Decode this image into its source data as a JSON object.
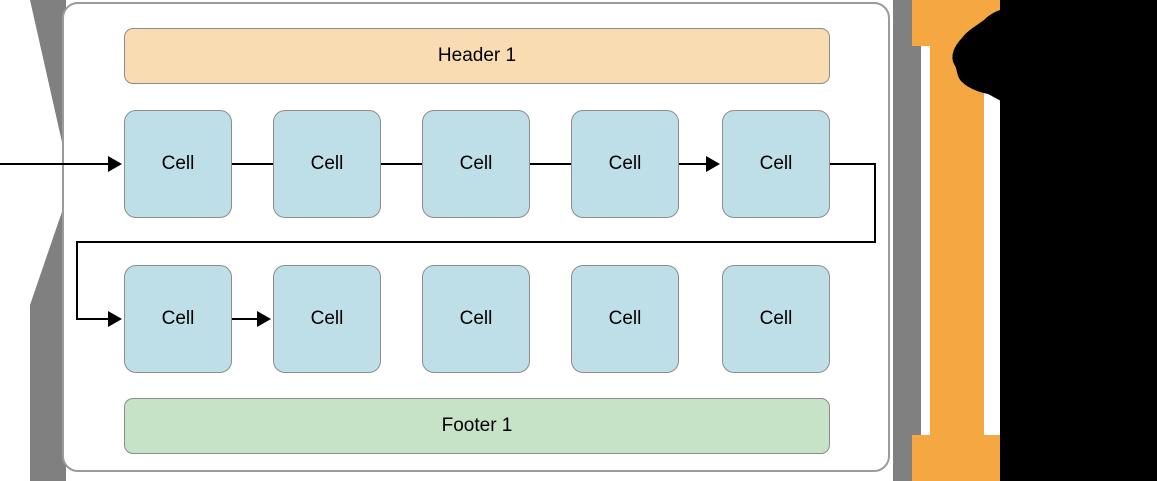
{
  "diagram": {
    "title": "unrolled-rnn-layer-diagram",
    "header": {
      "label": "Header 1"
    },
    "footer": {
      "label": "Footer 1"
    },
    "rows": [
      {
        "name": "row-1",
        "cells": [
          {
            "label": "Cell"
          },
          {
            "label": "Cell"
          },
          {
            "label": "Cell"
          },
          {
            "label": "Cell"
          },
          {
            "label": "Cell"
          }
        ]
      },
      {
        "name": "row-2",
        "cells": [
          {
            "label": "Cell"
          },
          {
            "label": "Cell"
          },
          {
            "label": "Cell"
          },
          {
            "label": "Cell"
          },
          {
            "label": "Cell"
          }
        ]
      }
    ],
    "connectors": [
      {
        "name": "input-arrow",
        "kind": "arrow",
        "from": "left-edge",
        "to": "row1-cell1"
      },
      {
        "name": "row1-c1-c2",
        "kind": "line",
        "from": "row1-cell1",
        "to": "row1-cell2"
      },
      {
        "name": "row1-c2-c3",
        "kind": "line",
        "from": "row1-cell2",
        "to": "row1-cell3"
      },
      {
        "name": "row1-c3-c4",
        "kind": "line",
        "from": "row1-cell3",
        "to": "row1-cell4"
      },
      {
        "name": "row1-c4-c5",
        "kind": "arrow",
        "from": "row1-cell4",
        "to": "row1-cell5"
      },
      {
        "name": "wrap-connector",
        "kind": "arrow",
        "from": "row1-cell5",
        "to": "row2-cell1"
      },
      {
        "name": "row2-c1-c2",
        "kind": "arrow",
        "from": "row2-cell1",
        "to": "row2-cell2"
      }
    ],
    "decorations": {
      "left_band": "gray-band-with-chevron-notch",
      "right_band": "gray-band",
      "orange_arrow": "vertical-double-headed-arrow",
      "black_blob": "scribble-blob",
      "black_field": "solid-black-region"
    }
  },
  "colors": {
    "cell_fill": "#bfdfe8",
    "cell_border": "#8c8c8c",
    "header_fill": "#fadcb3",
    "footer_fill": "#c7e3c7",
    "panel_border": "#9b9b9b",
    "band_gray": "#808080",
    "orange": "#f5a742",
    "black": "#000000"
  }
}
